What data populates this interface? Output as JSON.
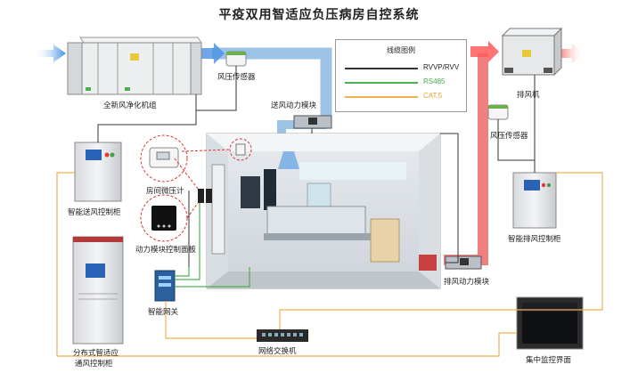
{
  "title": "平疫双用智适应负压病房自控系统",
  "legend": {
    "title": "线缆图例",
    "items": [
      {
        "label": "RVVP/RVV",
        "color": "#333333"
      },
      {
        "label": "RS485",
        "color": "#4caf50"
      },
      {
        "label": "CAT.5",
        "color": "#f0b050"
      }
    ]
  },
  "labels": {
    "ahu": "全新风净化机组",
    "pressure_sensor_left": "风压传感器",
    "supply_module": "送风动力模块",
    "exhaust_fan": "排风机",
    "pressure_sensor_right": "风压传感器",
    "supply_cabinet": "智能送风控制柜",
    "room_gauge": "房间微压计",
    "control_panel": "动力模块控制面板",
    "exhaust_cabinet": "智能排风控制柜",
    "distributed_cabinet_l1": "分布式智适应",
    "distributed_cabinet_l2": "通风控制柜",
    "gateway": "智能网关",
    "exhaust_module": "排风动力模块",
    "switch": "网络交换机",
    "monitor": "集中监控界面"
  },
  "colors": {
    "supply_duct": "#9cc3e6",
    "exhaust_duct": "#f08080",
    "cable_black": "#333333",
    "cable_rs485": "#4caf50",
    "cable_cat5": "#f0b050"
  }
}
